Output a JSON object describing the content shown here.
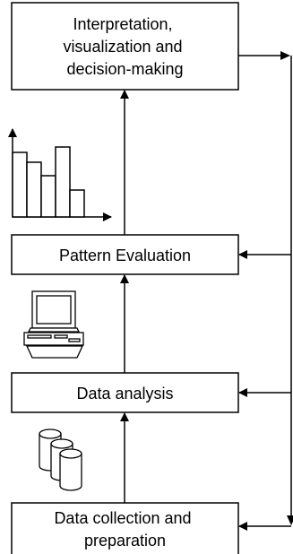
{
  "stages": [
    {
      "id": "interpretation",
      "lines": [
        "Interpretation,",
        "visualization and",
        "decision-making"
      ]
    },
    {
      "id": "pattern-evaluation",
      "lines": [
        "Pattern Evaluation"
      ]
    },
    {
      "id": "data-analysis",
      "lines": [
        "Data analysis"
      ]
    },
    {
      "id": "data-collection",
      "lines": [
        "Data collection and",
        "preparation"
      ]
    }
  ],
  "icons": {
    "chart": "bar-chart-icon",
    "computer": "computer-icon",
    "databases": "database-stack-icon"
  },
  "colors": {
    "stroke": "#000000",
    "fill": "#ffffff",
    "text": "#000000"
  }
}
